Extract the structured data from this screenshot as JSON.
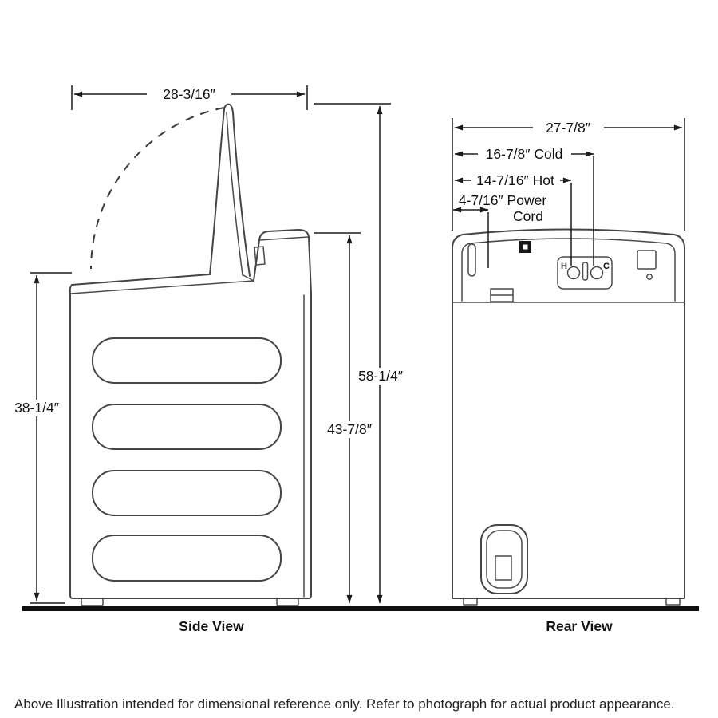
{
  "side_view": {
    "label": "Side View",
    "dims": {
      "width": "28-3/16″",
      "height_total": "58-1/4″",
      "height_console": "43-7/8″",
      "height_body": "38-1/4″"
    }
  },
  "rear_view": {
    "label": "Rear View",
    "dims": {
      "width": "27-7/8″",
      "cold": "16-7/8″ Cold",
      "hot": "14-7/16″ Hot",
      "power_line1": "4-7/16″ Power",
      "power_line2": "Cord"
    },
    "ports": {
      "hot": "H",
      "cold": "C"
    }
  },
  "footer_note": "Above Illustration intended for dimensional reference only. Refer to photograph for actual product appearance."
}
